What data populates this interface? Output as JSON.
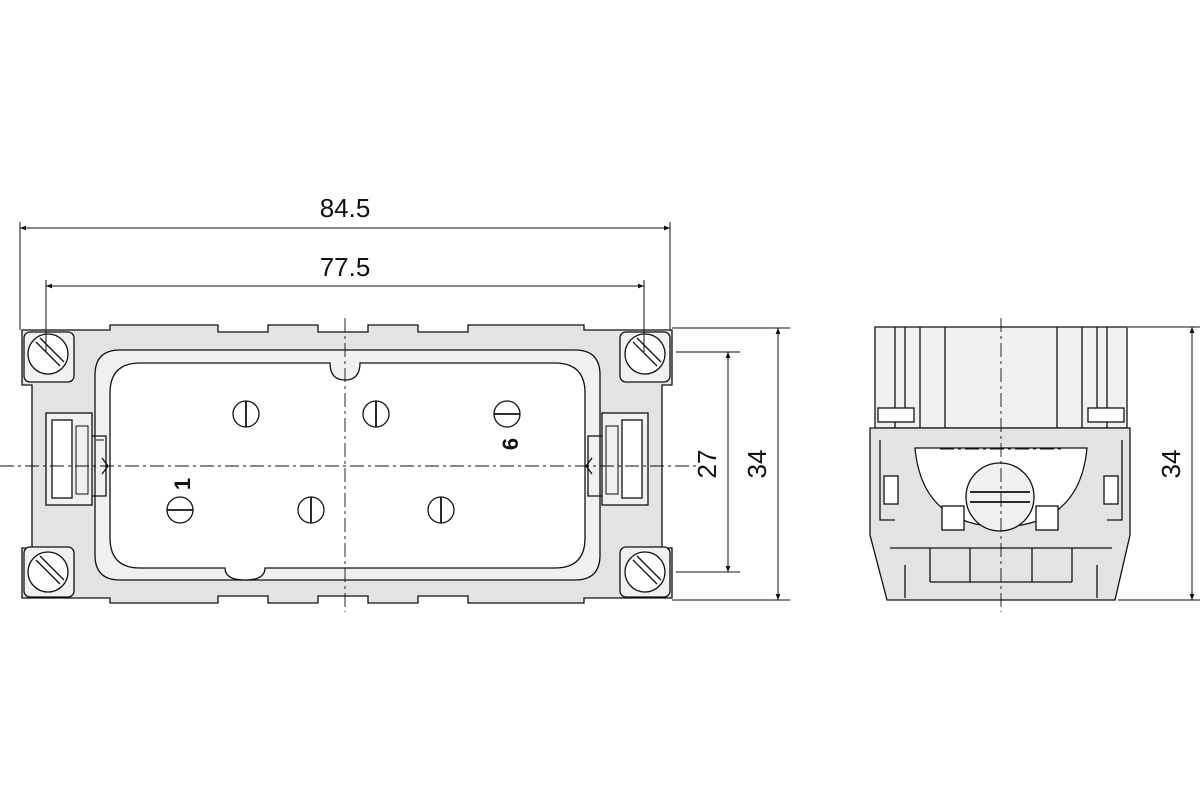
{
  "dimensions": {
    "overall_width": "84.5",
    "screw_pitch": "77.5",
    "inner_height": "27",
    "overall_height_front": "34",
    "overall_height_side": "34"
  },
  "pin_labels": {
    "first": "1",
    "last": "6"
  },
  "colors": {
    "line": "#111111",
    "body_fill": "#e3e3e3",
    "insert_fill": "#f0f0f0"
  }
}
